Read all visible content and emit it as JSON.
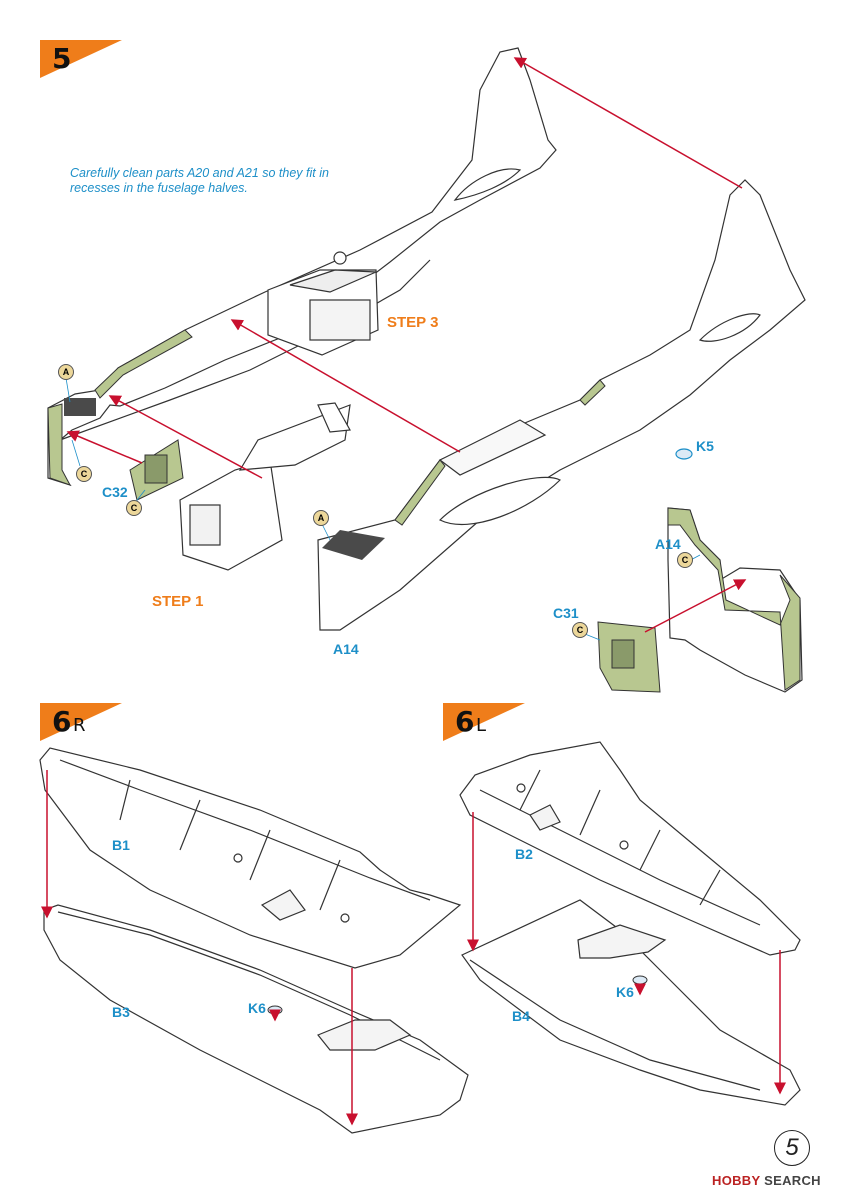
{
  "steps": [
    {
      "number": "5",
      "suffix": ""
    },
    {
      "number": "6",
      "suffix": "R"
    },
    {
      "number": "6",
      "suffix": "L"
    }
  ],
  "note": "Carefully clean parts A20 and A21 so they fit in recesses in the fuselage halves.",
  "step_refs": {
    "step3": "STEP 3",
    "step1": "STEP 1"
  },
  "parts": {
    "C32": "C32",
    "K5": "K5",
    "A14_left": "A14",
    "A14_right": "A14",
    "C31": "C31",
    "B1": "B1",
    "B3": "B3",
    "K6_r": "K6",
    "B2": "B2",
    "B4": "B4",
    "K6_l": "K6"
  },
  "markers": {
    "A": "A",
    "C": "C"
  },
  "page_number": "5",
  "watermark": {
    "brand": "HOBBY",
    "suffix": "SEARCH"
  },
  "colors": {
    "accent": "#ef7d1a",
    "label": "#1d8fc8",
    "arrow": "#c8102e",
    "primer": "#b8c790",
    "marker": "#ecd79a"
  }
}
